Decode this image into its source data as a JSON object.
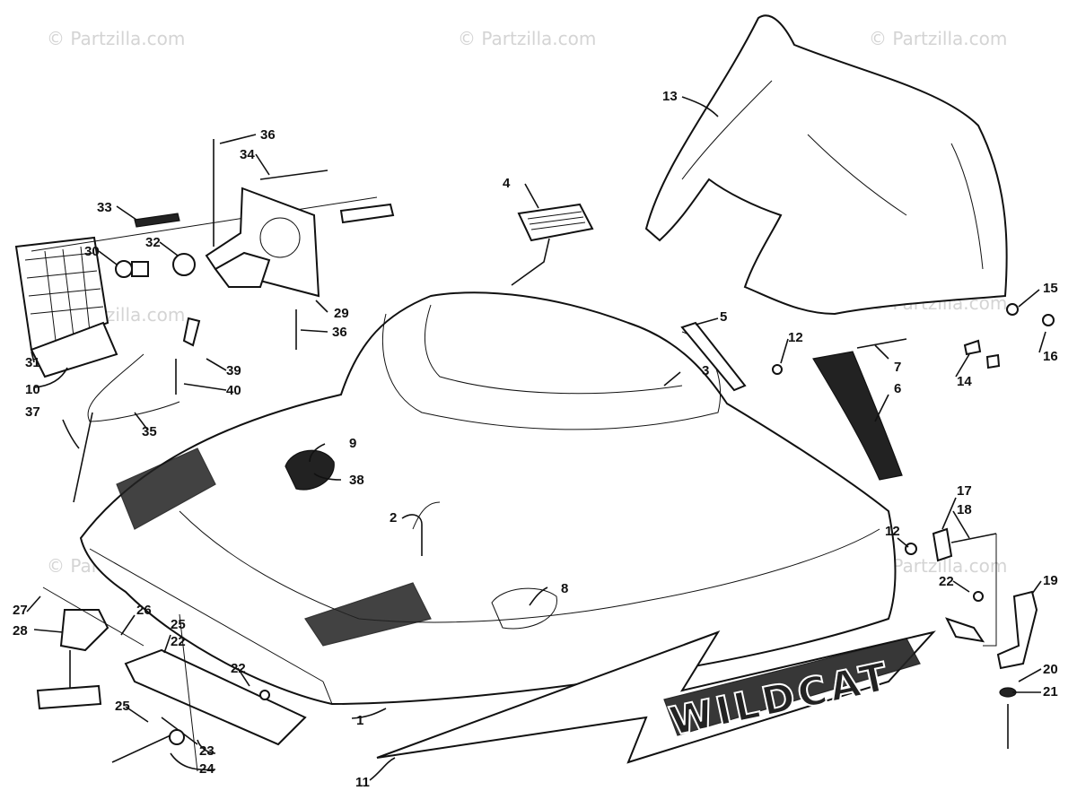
{
  "watermark": {
    "text": "© Partzilla.com"
  },
  "hood_lettering": "WILDCAT",
  "part_numbers": [
    "1",
    "2",
    "3",
    "4",
    "5",
    "6",
    "7",
    "8",
    "9",
    "10",
    "11",
    "12",
    "13",
    "14",
    "15",
    "16",
    "17",
    "18",
    "19",
    "20",
    "21",
    "22",
    "23",
    "24",
    "25",
    "26",
    "27",
    "28",
    "29",
    "30",
    "31",
    "32",
    "33",
    "34",
    "35",
    "36",
    "37",
    "38",
    "39",
    "40"
  ],
  "callouts": {
    "c1": "1",
    "c2": "2",
    "c3": "3",
    "c4": "4",
    "c5": "5",
    "c6": "6",
    "c7": "7",
    "c8": "8",
    "c9": "9",
    "c10": "10",
    "c11": "11",
    "c12a": "12",
    "c12b": "12",
    "c13": "13",
    "c14": "14",
    "c15": "15",
    "c16": "16",
    "c17": "17",
    "c18": "18",
    "c19": "19",
    "c20": "20",
    "c21": "21",
    "c22a": "22",
    "c22b": "22",
    "c22c": "22",
    "c23": "23",
    "c24": "24",
    "c25a": "25",
    "c25b": "25",
    "c26": "26",
    "c27": "27",
    "c28": "28",
    "c29": "29",
    "c30": "30",
    "c31": "31",
    "c32": "32",
    "c33": "33",
    "c34": "34",
    "c35": "35",
    "c36a": "36",
    "c36b": "36",
    "c37": "37",
    "c38": "38",
    "c39": "39",
    "c40": "40"
  }
}
